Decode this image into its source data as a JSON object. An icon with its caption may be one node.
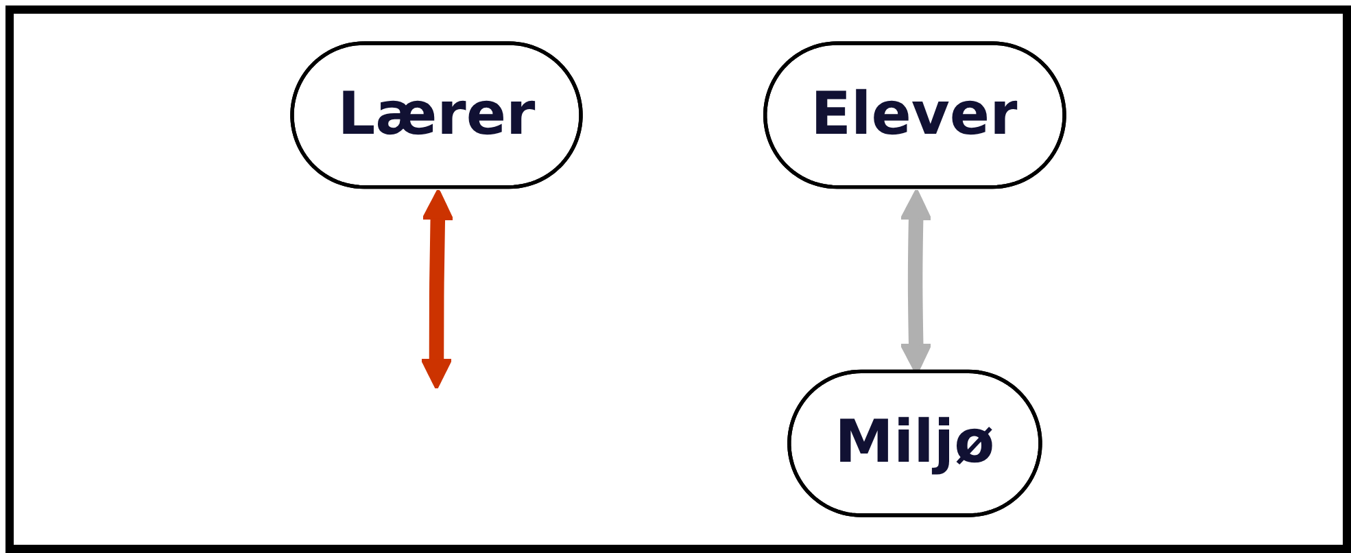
{
  "diagram": {
    "nodes": [
      {
        "text": [
          "Lærer"
        ]
      },
      {
        "text": [
          "Elever"
        ]
      },
      {
        "text": [
          "Miljø"
        ]
      }
    ],
    "edges": [
      {
        "from": 0,
        "to": null,
        "arrow": "both",
        "color": "#cc3300"
      },
      {
        "from": 1,
        "to": 2,
        "arrow": "both",
        "color": "#b0b0b0"
      }
    ]
  }
}
